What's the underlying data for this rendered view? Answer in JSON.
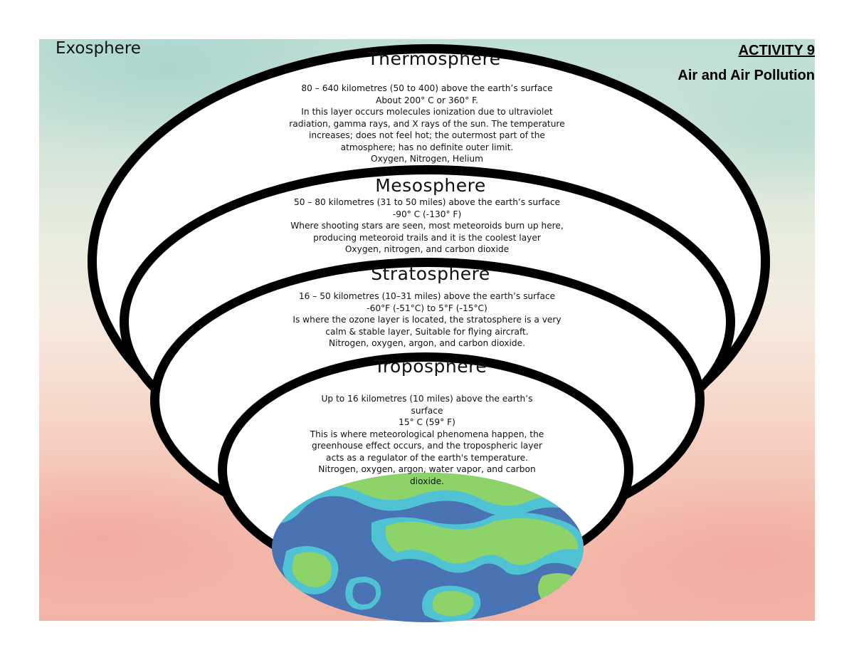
{
  "header": {
    "activity_number": "ACTIVITY 9",
    "activity_topic": "Air and Air Pollution"
  },
  "exosphere": {
    "title": "Exosphere"
  },
  "thermosphere": {
    "title": "Thermosphere",
    "lines": [
      "80 – 640 kilometres (50 to 400) above the earth’s surface",
      "About 200° C or 360° F.",
      "In this layer occurs molecules ionization due to ultraviolet",
      "radiation, gamma rays, and X rays of the sun. The temperature",
      "increases; does not feel hot; the outermost part of the",
      "atmosphere; has no definite outer limit.",
      "Oxygen, Nitrogen, Helium"
    ]
  },
  "mesosphere": {
    "title": "Mesosphere",
    "lines": [
      "50 – 80 kilometres (31 to 50 miles) above the earth’s surface",
      "-90° C (-130° F)",
      "Where shooting stars are seen, most meteoroids burn up here,",
      "producing meteoroid trails and it is the coolest layer",
      "Oxygen, nitrogen, and carbon dioxide"
    ]
  },
  "stratosphere": {
    "title": "Stratosphere",
    "lines": [
      "16 – 50 kilometres (10–31 miles) above the earth’s surface",
      "-60°F (-51°C) to 5°F (-15°C)",
      "Is where the ozone layer is located, the stratosphere is a very",
      "calm & stable layer, Suitable for flying aircraft.",
      "Nitrogen, oxygen, argon, and carbon dioxide."
    ]
  },
  "troposphere": {
    "title": "Troposphere",
    "lines": [
      "Up to 16 kilometres (10 miles) above the earth’s",
      "surface",
      "15° C (59° F)",
      "This is where meteorological phenomena happen, the",
      "greenhouse effect occurs, and the tropospheric layer",
      "acts as a regulator of the earth's temperature.",
      "Nitrogen, oxygen, argon, water vapor, and carbon",
      "dioxide."
    ]
  },
  "earth": {
    "icon": "earth-globe-icon"
  },
  "colors": {
    "ocean": "#4a73b3",
    "shallow": "#4fc3d3",
    "land": "#8ed36a",
    "outline": "#000000"
  }
}
